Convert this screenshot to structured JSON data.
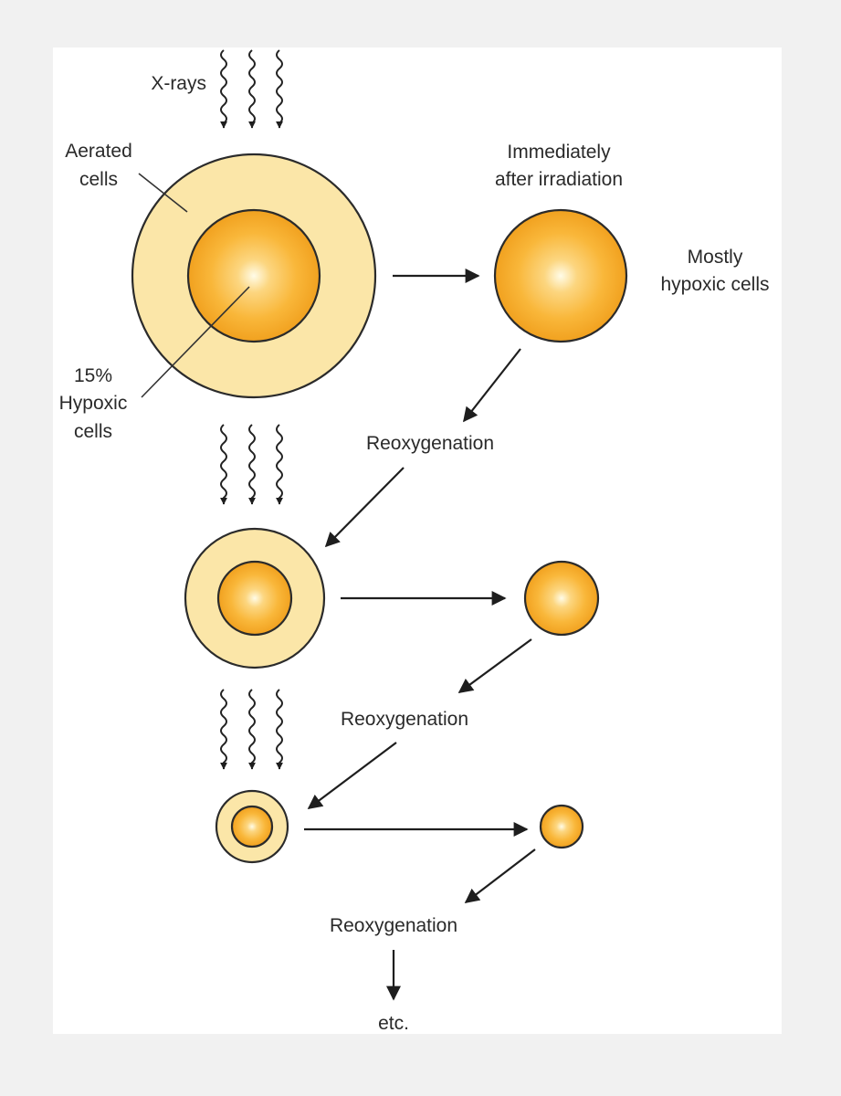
{
  "labels": {
    "xrays": "X-rays",
    "aerated_1": "Aerated",
    "aerated_2": "cells",
    "hypoxic_pct_1": "15%",
    "hypoxic_pct_2": "Hypoxic",
    "hypoxic_pct_3": "cells",
    "immediately_1": "Immediately",
    "immediately_2": "after irradiation",
    "mostly_1": "Mostly",
    "mostly_2": "hypoxic cells",
    "reox_1": "Reoxygenation",
    "reox_2": "Reoxygenation",
    "reox_3": "Reoxygenation",
    "etc": "etc."
  },
  "colors": {
    "outer_ring": "#fbe6a8",
    "core_center": "#fffce8",
    "core_mid": "#f9b73a",
    "core_edge": "#f1a11f",
    "outline": "#2b2b2b",
    "page_bg": "#f1f1f1",
    "panel_bg": "#ffffff"
  }
}
